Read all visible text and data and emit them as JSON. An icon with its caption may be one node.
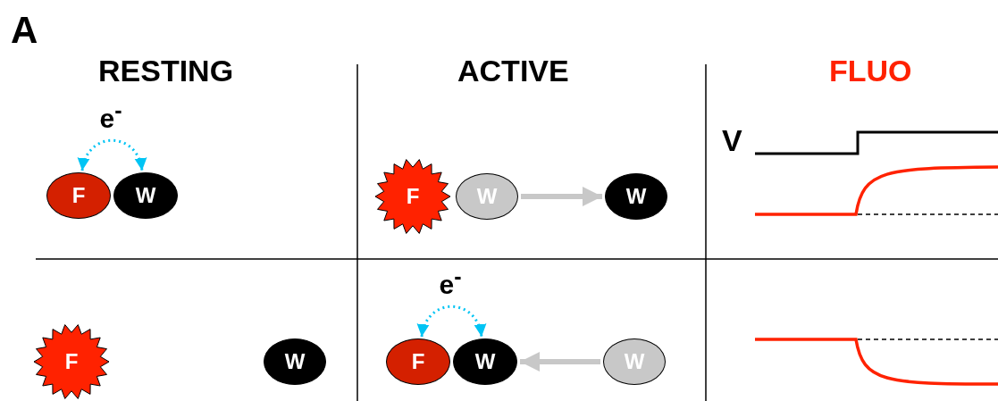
{
  "diagram": {
    "nodes": [
      {
        "text": [
          "F"
        ]
      },
      {
        "text": [
          "W"
        ]
      },
      {
        "text": [
          "F"
        ]
      },
      {
        "text": [
          "W"
        ]
      },
      {
        "text": [
          "W"
        ]
      },
      {
        "text": [
          "F"
        ]
      },
      {
        "text": [
          "W"
        ]
      },
      {
        "text": [
          "F"
        ]
      },
      {
        "text": [
          "W"
        ]
      },
      {
        "text": [
          "W"
        ]
      }
    ],
    "edges": [
      {
        "from": 0,
        "to": 1,
        "arrow": "both",
        "label": "e$^{-}$",
        "style": "dashed",
        "color": "#00c4f4"
      },
      {
        "from": 3,
        "to": 4,
        "arrow": "to",
        "style": "thick",
        "color": "#c8c8c8"
      },
      {
        "from": 9,
        "to": 8,
        "arrow": "to",
        "style": "thick",
        "color": "#c8c8c8"
      },
      {
        "from": 7,
        "to": 8,
        "arrow": "both",
        "label": "e$^{-}$",
        "style": "dashed",
        "color": "#00c4f4"
      }
    ],
    "labels": [
      "A",
      "RESTING",
      "ACTIVE",
      "FLUO",
      "V"
    ]
  }
}
